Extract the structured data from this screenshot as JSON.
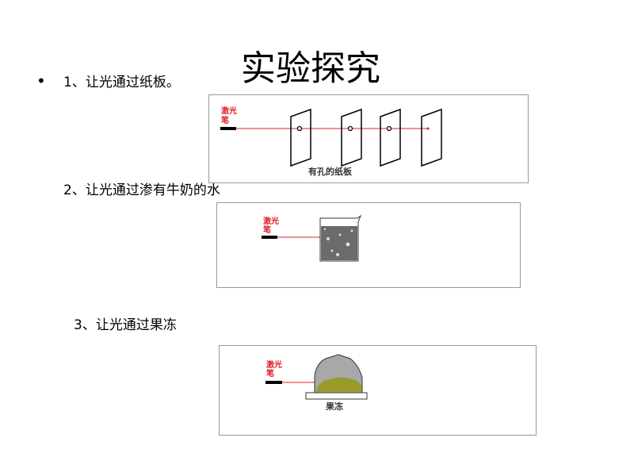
{
  "slide": {
    "title": "实验探究",
    "bullet": "•",
    "steps": [
      "1、让光通过纸板。",
      "2、让光通过渗有牛奶的水",
      "3、让光通过果冻"
    ]
  },
  "figures": {
    "laser_label_1": "激光",
    "laser_label_2": "笔",
    "fig1_caption": "有孔的纸板",
    "fig3_caption": "果冻"
  },
  "colors": {
    "laser": "#e0202a",
    "beaker": "#6b6b6b",
    "jelly": "#a8a8a8",
    "jelly_fill": "#9a9a2a"
  }
}
